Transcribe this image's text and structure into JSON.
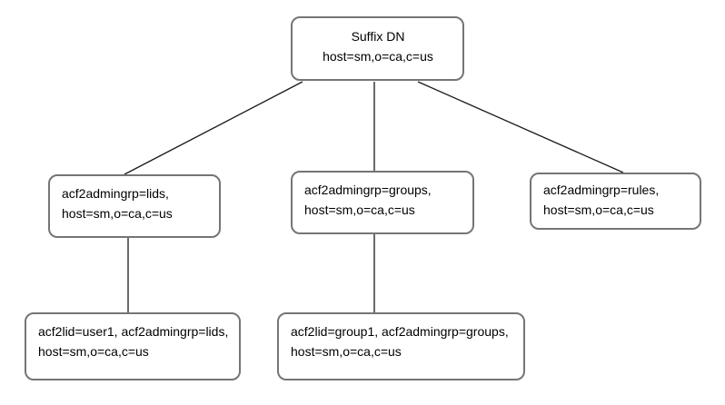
{
  "diagram": {
    "type": "tree",
    "description": "LDAP directory tree of ACF2 admin group suffix and entries",
    "nodes": {
      "suffix": {
        "id": "suffix",
        "line1": "Suffix DN",
        "line2": "host=sm,o=ca,c=us"
      },
      "lids": {
        "id": "lids",
        "line1": "acf2admingrp=lids,",
        "line2": "host=sm,o=ca,c=us"
      },
      "groups": {
        "id": "groups",
        "line1": "acf2admingrp=groups,",
        "line2": "host=sm,o=ca,c=us"
      },
      "rules": {
        "id": "rules",
        "line1": "acf2admingrp=rules,",
        "line2": "host=sm,o=ca,c=us"
      },
      "user1": {
        "id": "user1",
        "line1": "acf2lid=user1, acf2admingrp=lids,",
        "line2": "host=sm,o=ca,c=us"
      },
      "group1": {
        "id": "group1",
        "line1": "acf2lid=group1, acf2admingrp=groups,",
        "line2": "host=sm,o=ca,c=us"
      }
    },
    "edges": [
      {
        "from": "suffix",
        "to": "lids"
      },
      {
        "from": "suffix",
        "to": "groups"
      },
      {
        "from": "suffix",
        "to": "rules"
      },
      {
        "from": "lids",
        "to": "user1"
      },
      {
        "from": "groups",
        "to": "group1"
      }
    ],
    "colors": {
      "background": "#ffffff",
      "node_border": "#757575",
      "connector": "#1a1a1a",
      "text": "#000000"
    }
  }
}
